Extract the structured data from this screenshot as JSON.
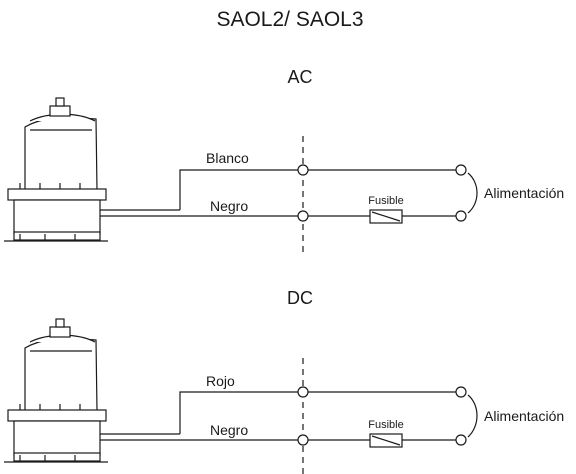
{
  "title": "SAOL2/ SAOL3",
  "sections": [
    {
      "heading": "AC",
      "wire_top_label": "Blanco",
      "wire_bottom_label": "Negro",
      "fuse_label": "Fusible",
      "power_label": "Alimentación"
    },
    {
      "heading": "DC",
      "wire_top_label": "Rojo",
      "wire_bottom_label": "Negro",
      "fuse_label": "Fusible",
      "power_label": "Alimentación"
    }
  ],
  "colors": {
    "line": "#1a1a1a",
    "background": "#ffffff"
  },
  "icons": {
    "lamp": "beacon-lamp-icon",
    "fuse": "fuse-icon"
  }
}
